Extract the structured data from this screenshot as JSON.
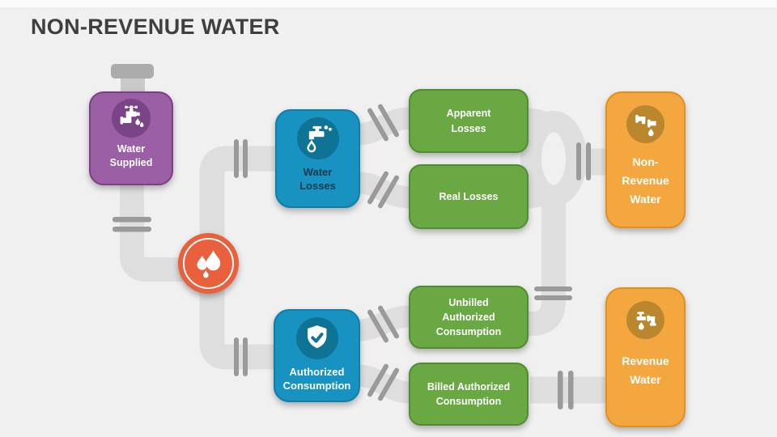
{
  "title": "NON-REVENUE WATER",
  "colors": {
    "bg": "#F0F0F1",
    "top_edge": "#FBFBFB",
    "title": "#3F3F3F",
    "pipe": "#DEDEDE",
    "joint": "#9A9A9A",
    "cap": "#ACACAC",
    "stub": "#C9C9C9",
    "purple": "#9B5FA5",
    "purple_border": "#7C3F86",
    "purple_dark": "#7B4487",
    "teal": "#1792C1",
    "teal_border": "#0E7FA9",
    "teal_dark": "#0E7394",
    "navy": "#1B3A50",
    "green": "#6AA843",
    "green_border": "#4F8D2E",
    "orange": "#F4A73E",
    "orange_border": "#E28F1E",
    "orange_dark": "#BA872F",
    "red": "#E8603C",
    "white": "#FFFFFF"
  },
  "nodes": {
    "water_supplied": {
      "label": "Water\nSupplied",
      "icon": "faucet-pipe-icon"
    },
    "water_losses": {
      "label": "Water\nLosses",
      "icon": "leaking-tap-icon"
    },
    "authorized_consumption": {
      "label": "Authorized\nConsumption",
      "icon": "shield-check-icon"
    },
    "apparent_losses": {
      "label": "Apparent\nLosses"
    },
    "real_losses": {
      "label": "Real Losses"
    },
    "unbilled": {
      "label": "Unbilled\nAuthorized\nConsumption"
    },
    "billed": {
      "label": "Billed Authorized\nConsumption"
    },
    "non_revenue_water": {
      "label": "Non-\nRevenue\nWater",
      "icon": "broken-pipe-drop-icon"
    },
    "revenue_water": {
      "label": "Revenue\nWater",
      "icon": "tap-drop-icon"
    },
    "junction": {
      "icon": "water-drops-icon"
    }
  }
}
